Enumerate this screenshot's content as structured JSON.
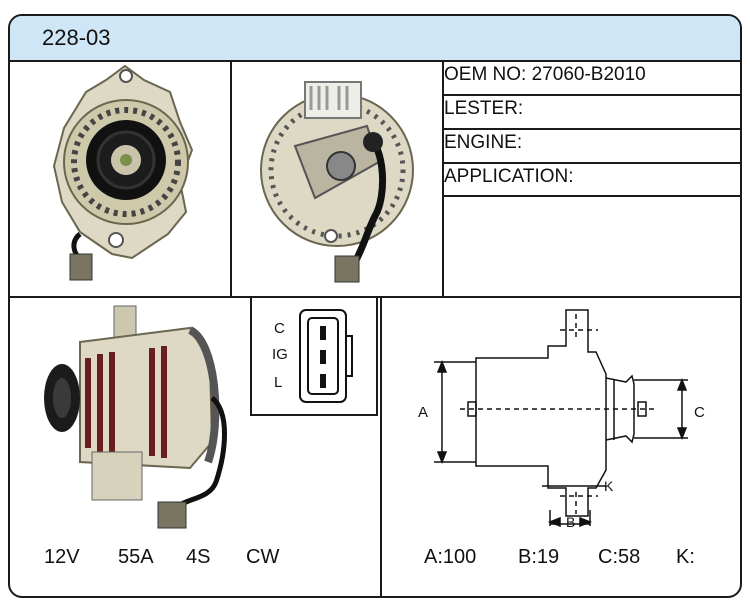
{
  "header": {
    "title": "228-03"
  },
  "info": {
    "oem": "OEM NO: 27060-B2010",
    "lester": "LESTER:",
    "engine": "ENGINE:",
    "application": "APPLICATION:"
  },
  "plug": {
    "pins": [
      "C",
      "IG",
      "L"
    ]
  },
  "specs": {
    "voltage": "12V",
    "amps": "55A",
    "groove": "4S",
    "rotation": "CW"
  },
  "diagram": {
    "label_a": "A",
    "label_b": "B",
    "label_c": "C",
    "label_k": "K"
  },
  "dimensions": {
    "a": "A:100",
    "b": "B:19",
    "c": "C:58",
    "k": "K:"
  }
}
